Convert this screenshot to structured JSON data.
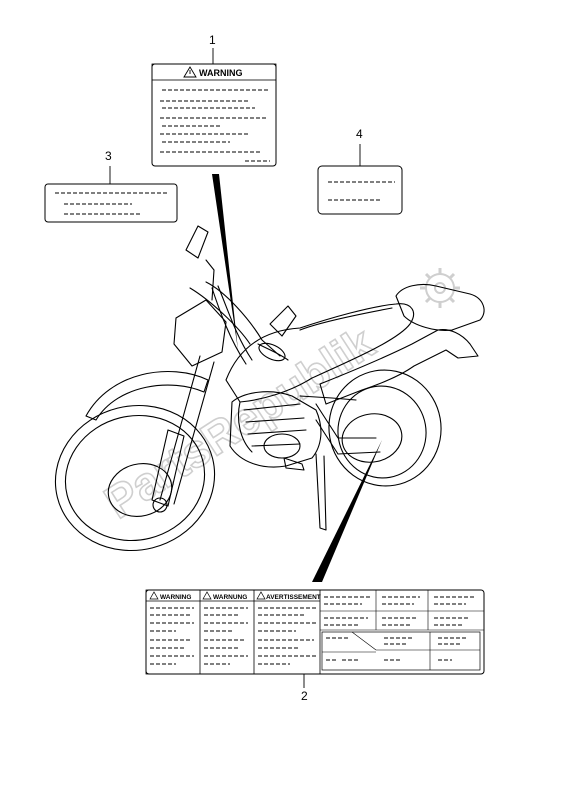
{
  "callouts": {
    "c1": "1",
    "c2": "2",
    "c3": "3",
    "c4": "4"
  },
  "labels": {
    "label1_title": "WARNING",
    "label2_title_en": "WARNING",
    "label2_title_de": "WARNUNG",
    "label2_title_fr": "AVERTISSEMENT"
  },
  "watermark": "PartsRepublik",
  "icons": {
    "warning": "warning-triangle-icon",
    "watermark_logo": "gear-logo-icon"
  }
}
